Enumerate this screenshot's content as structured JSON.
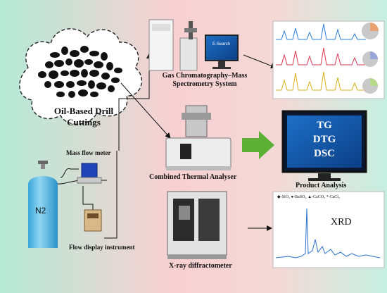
{
  "labels": {
    "cuttings_line1": "Oil-Based Drill",
    "cuttings_line2": "Cuttings",
    "gcms_line1": "Gas Chromatography–Mass",
    "gcms_line2": "Spectrometry System",
    "mass_flow": "Mass flow meter",
    "gas": "N2",
    "flow_display": "Flow display instrument",
    "thermal": "Combined Thermal Analyser",
    "xray": "X-ray diffractometer",
    "product": "Product Analysis",
    "monitor_lines": [
      "TG",
      "DTG",
      "DSC"
    ],
    "xrd_title": "XRD",
    "xrd_legend": "◆-SiO₂ ●-BaSO₄ ▲-CaCO₃ *-CaCl₂",
    "screen_brand": "E-Search"
  },
  "colors": {
    "bg_left": "#b8ead8",
    "bg_mid": "#f6cfd0",
    "bg_right": "#c9f0e4",
    "arrow_green": "#5cb035",
    "cylinder": "#6ac3ea",
    "monitor_text": "#ffffff"
  },
  "icons": [
    "drill-cuttings-cloud",
    "gas-cylinder",
    "mass-flow-meter",
    "flow-display",
    "gcms-instrument",
    "thermal-analyser",
    "xray-diffractometer",
    "monitor",
    "chromatogram-chart",
    "xrd-chart"
  ]
}
